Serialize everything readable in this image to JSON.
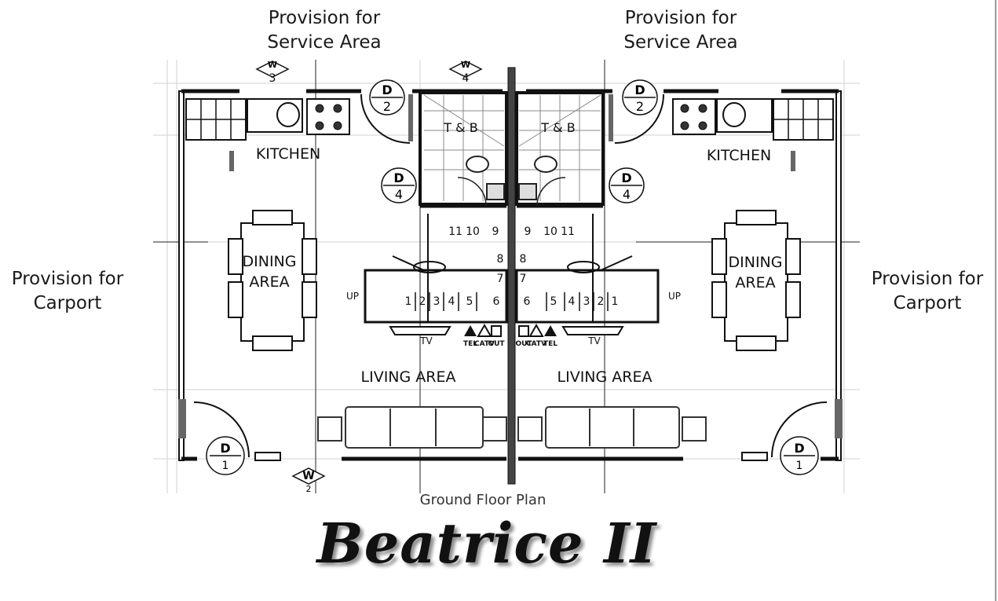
{
  "callouts": {
    "service_left": [
      "Provision for",
      "Service Area"
    ],
    "service_right": [
      "Provision for",
      "Service Area"
    ],
    "carport_left": [
      "Provision for",
      "Carport"
    ],
    "carport_right": [
      "Provision for",
      "Carport"
    ]
  },
  "plan": {
    "caption": "Ground Floor Plan",
    "rooms": {
      "kitchen": "KITCHEN",
      "dining_line1": "DINING",
      "dining_line2": "AREA",
      "living": "LIVING AREA",
      "toilet_bath": "T & B",
      "tv": "TV",
      "up": "UP"
    },
    "stair_steps": [
      "1",
      "2",
      "3",
      "4",
      "5",
      "6",
      "7",
      "8",
      "9",
      "10",
      "11"
    ],
    "outlet_labels": [
      "TEL",
      "CATV",
      "OUT"
    ],
    "door_tags": {
      "d1_top": "D",
      "d1_bottom": "1",
      "d2_top": "D",
      "d2_bottom": "2",
      "d4_top": "D",
      "d4_bottom": "4"
    },
    "window_tags": {
      "w2_top": "W",
      "w2_bottom": "2",
      "w3_top": "W",
      "w3_bottom": "3",
      "w4_top": "W",
      "w4_bottom": "4"
    }
  },
  "title": "Beatrice II"
}
